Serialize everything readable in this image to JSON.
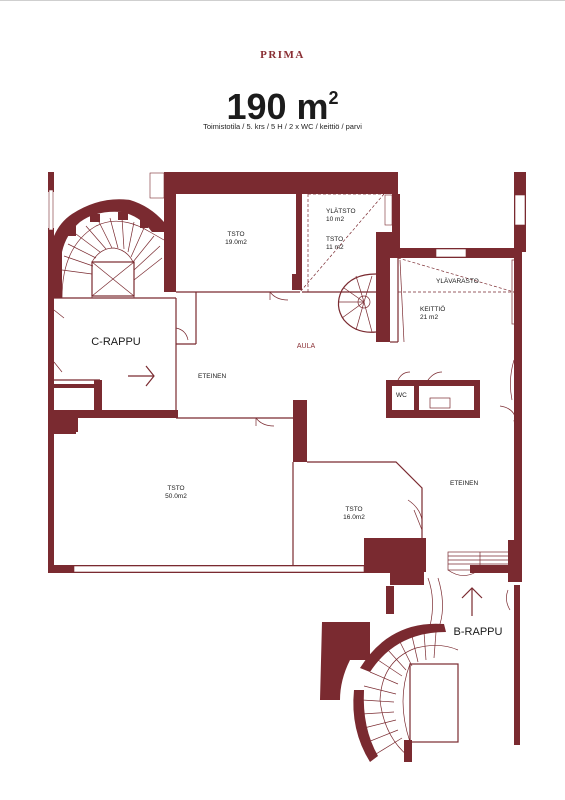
{
  "header": {
    "brand": "PRIMA",
    "area_number": "190 m",
    "area_sup": "2",
    "subtitle": "Toimistotila / 5. krs / 5 H / 2 x WC  / keittiö / parvi"
  },
  "rooms": {
    "tsto_a_name": "TSTO",
    "tsto_a_size": "19.0m2",
    "ylatsto_name": "YLÄTSTO",
    "ylatsto_size": "10 m2",
    "tsto_b_name": "TSTO",
    "tsto_b_size": "11 m2",
    "ylavarasto_name": "YLÄVARASTO",
    "keittio_name": "KEITTIÖ",
    "keittio_size": "21 m2",
    "aula_name": "AULA",
    "eteinen_left_name": "ETEINEN",
    "eteinen_right_name": "ETEINEN",
    "wc_name": "WC",
    "tsto_big_name": "TSTO",
    "tsto_big_size": "50.0m2",
    "tsto_small_name": "TSTO",
    "tsto_small_size": "16.0m2",
    "c_rappu_name": "C-RAPPU",
    "b_rappu_name": "B-RAPPU"
  },
  "colors": {
    "wall": "#7a2a30",
    "brand": "#8a2f34",
    "text": "#1c1c1c",
    "line": "#7a2a30"
  }
}
